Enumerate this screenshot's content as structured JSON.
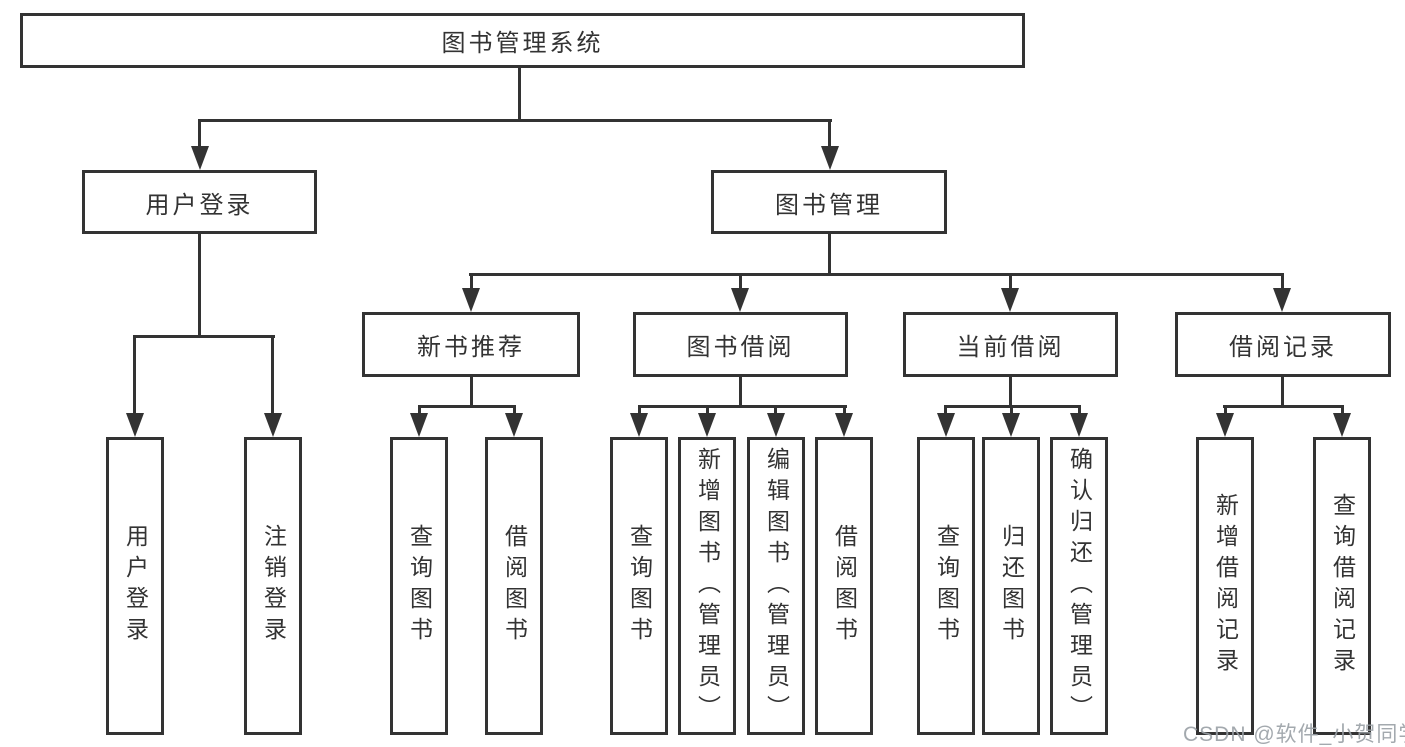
{
  "diagram_title": "图书管理系统",
  "tree": {
    "root": {
      "label": "图书管理系统"
    },
    "branches": [
      {
        "label": "用户登录",
        "children": [
          {
            "label": "用户登录"
          },
          {
            "label": "注销登录"
          }
        ]
      },
      {
        "label": "图书管理",
        "children": [
          {
            "label": "新书推荐",
            "children": [
              {
                "label": "查询图书"
              },
              {
                "label": "借阅图书"
              }
            ]
          },
          {
            "label": "图书借阅",
            "children": [
              {
                "label": "查询图书"
              },
              {
                "label": "新增图书（管理员）"
              },
              {
                "label": "编辑图书（管理员）"
              },
              {
                "label": "借阅图书"
              }
            ]
          },
          {
            "label": "当前借阅",
            "children": [
              {
                "label": "查询图书"
              },
              {
                "label": "归还图书"
              },
              {
                "label": "确认归还（管理员）"
              }
            ]
          },
          {
            "label": "借阅记录",
            "children": [
              {
                "label": "新增借阅记录"
              },
              {
                "label": "查询借阅记录"
              }
            ]
          }
        ]
      }
    ]
  },
  "watermark": {
    "text": "CSDN @软件_小贺同学"
  },
  "colors": {
    "line": "#333333",
    "text": "#333333",
    "background": "#ffffff",
    "watermark": "#9aa0a6"
  }
}
